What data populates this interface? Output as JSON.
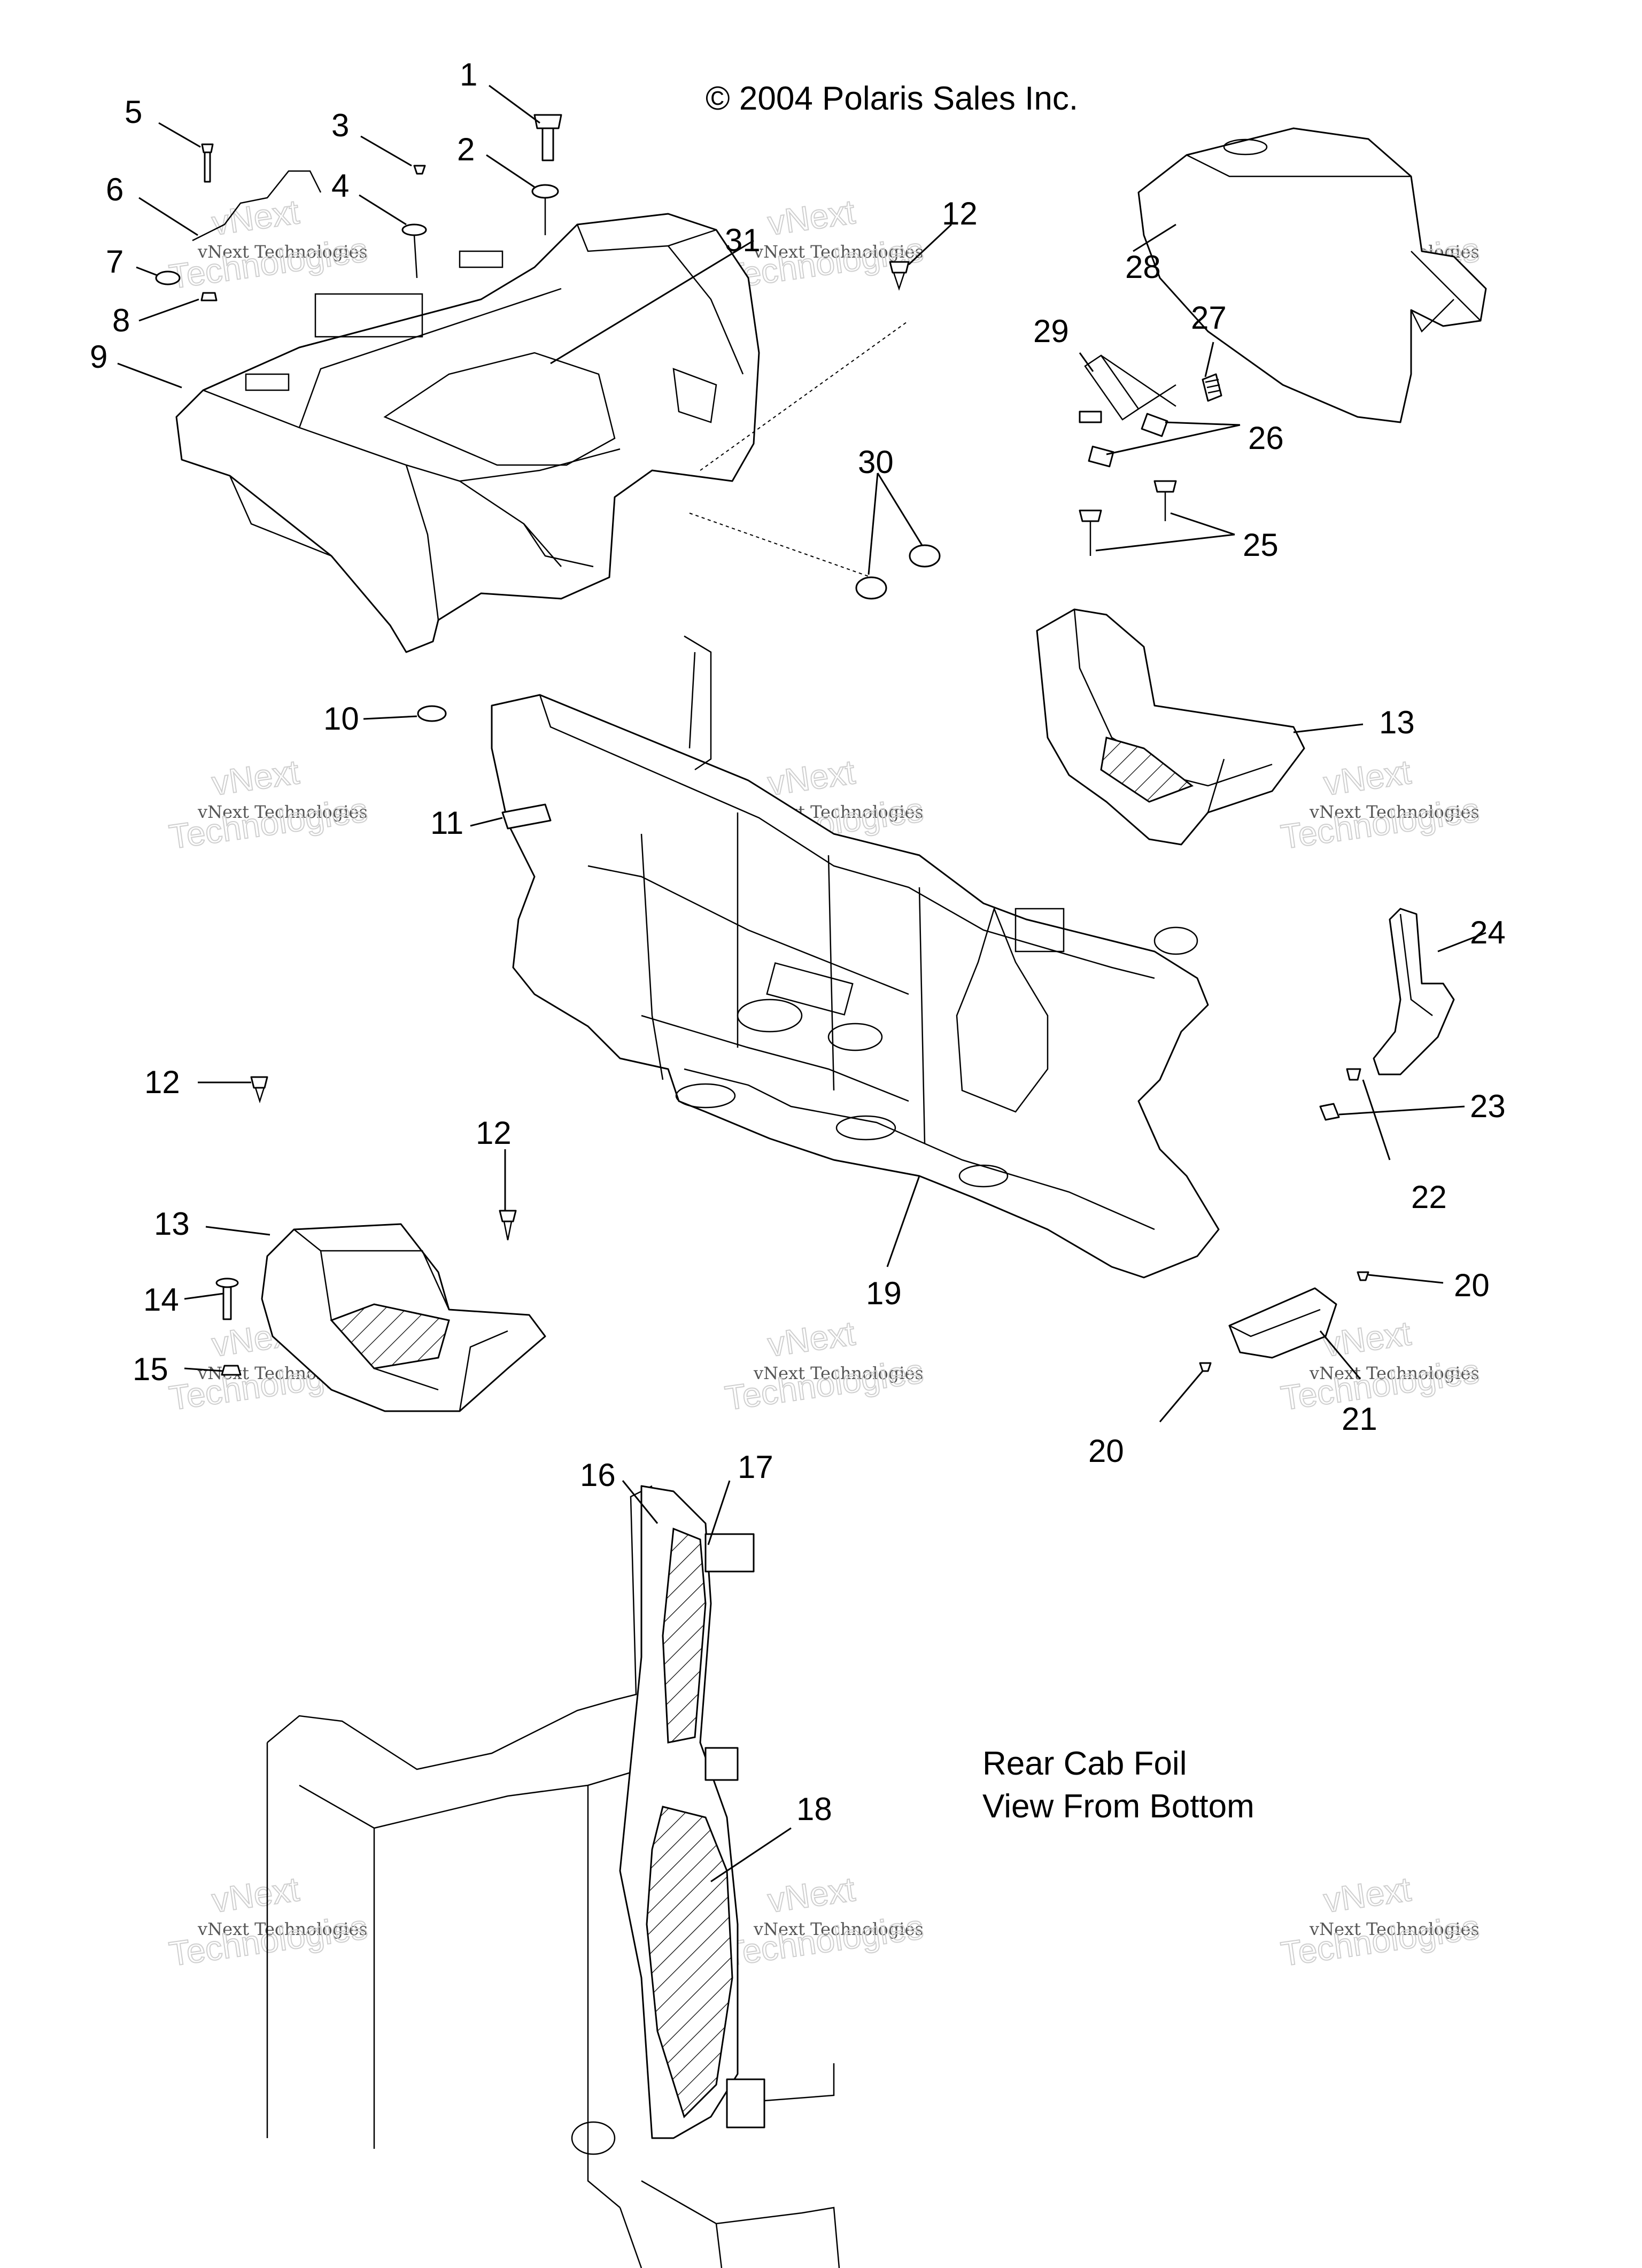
{
  "copyright": "© 2004 Polaris Sales Inc.",
  "view_caption": {
    "line1": "Rear Cab Foil",
    "line2": "View From Bottom"
  },
  "watermark": {
    "company": "vNext Technologies",
    "big_line1": "vNext",
    "big_line2": "Technologies"
  },
  "callouts": {
    "c1": "1",
    "c2": "2",
    "c3": "3",
    "c4": "4",
    "c5": "5",
    "c6": "6",
    "c7": "7",
    "c8": "8",
    "c9": "9",
    "c10": "10",
    "c11": "11",
    "c12a": "12",
    "c12b": "12",
    "c12c": "12",
    "c13a": "13",
    "c13b": "13",
    "c14": "14",
    "c15": "15",
    "c16": "16",
    "c17": "17",
    "c18": "18",
    "c19": "19",
    "c20a": "20",
    "c20b": "20",
    "c21": "21",
    "c22": "22",
    "c23": "23",
    "c24": "24",
    "c25": "25",
    "c26": "26",
    "c27": "27",
    "c28": "28",
    "c29": "29",
    "c30": "30",
    "c31": "31"
  }
}
